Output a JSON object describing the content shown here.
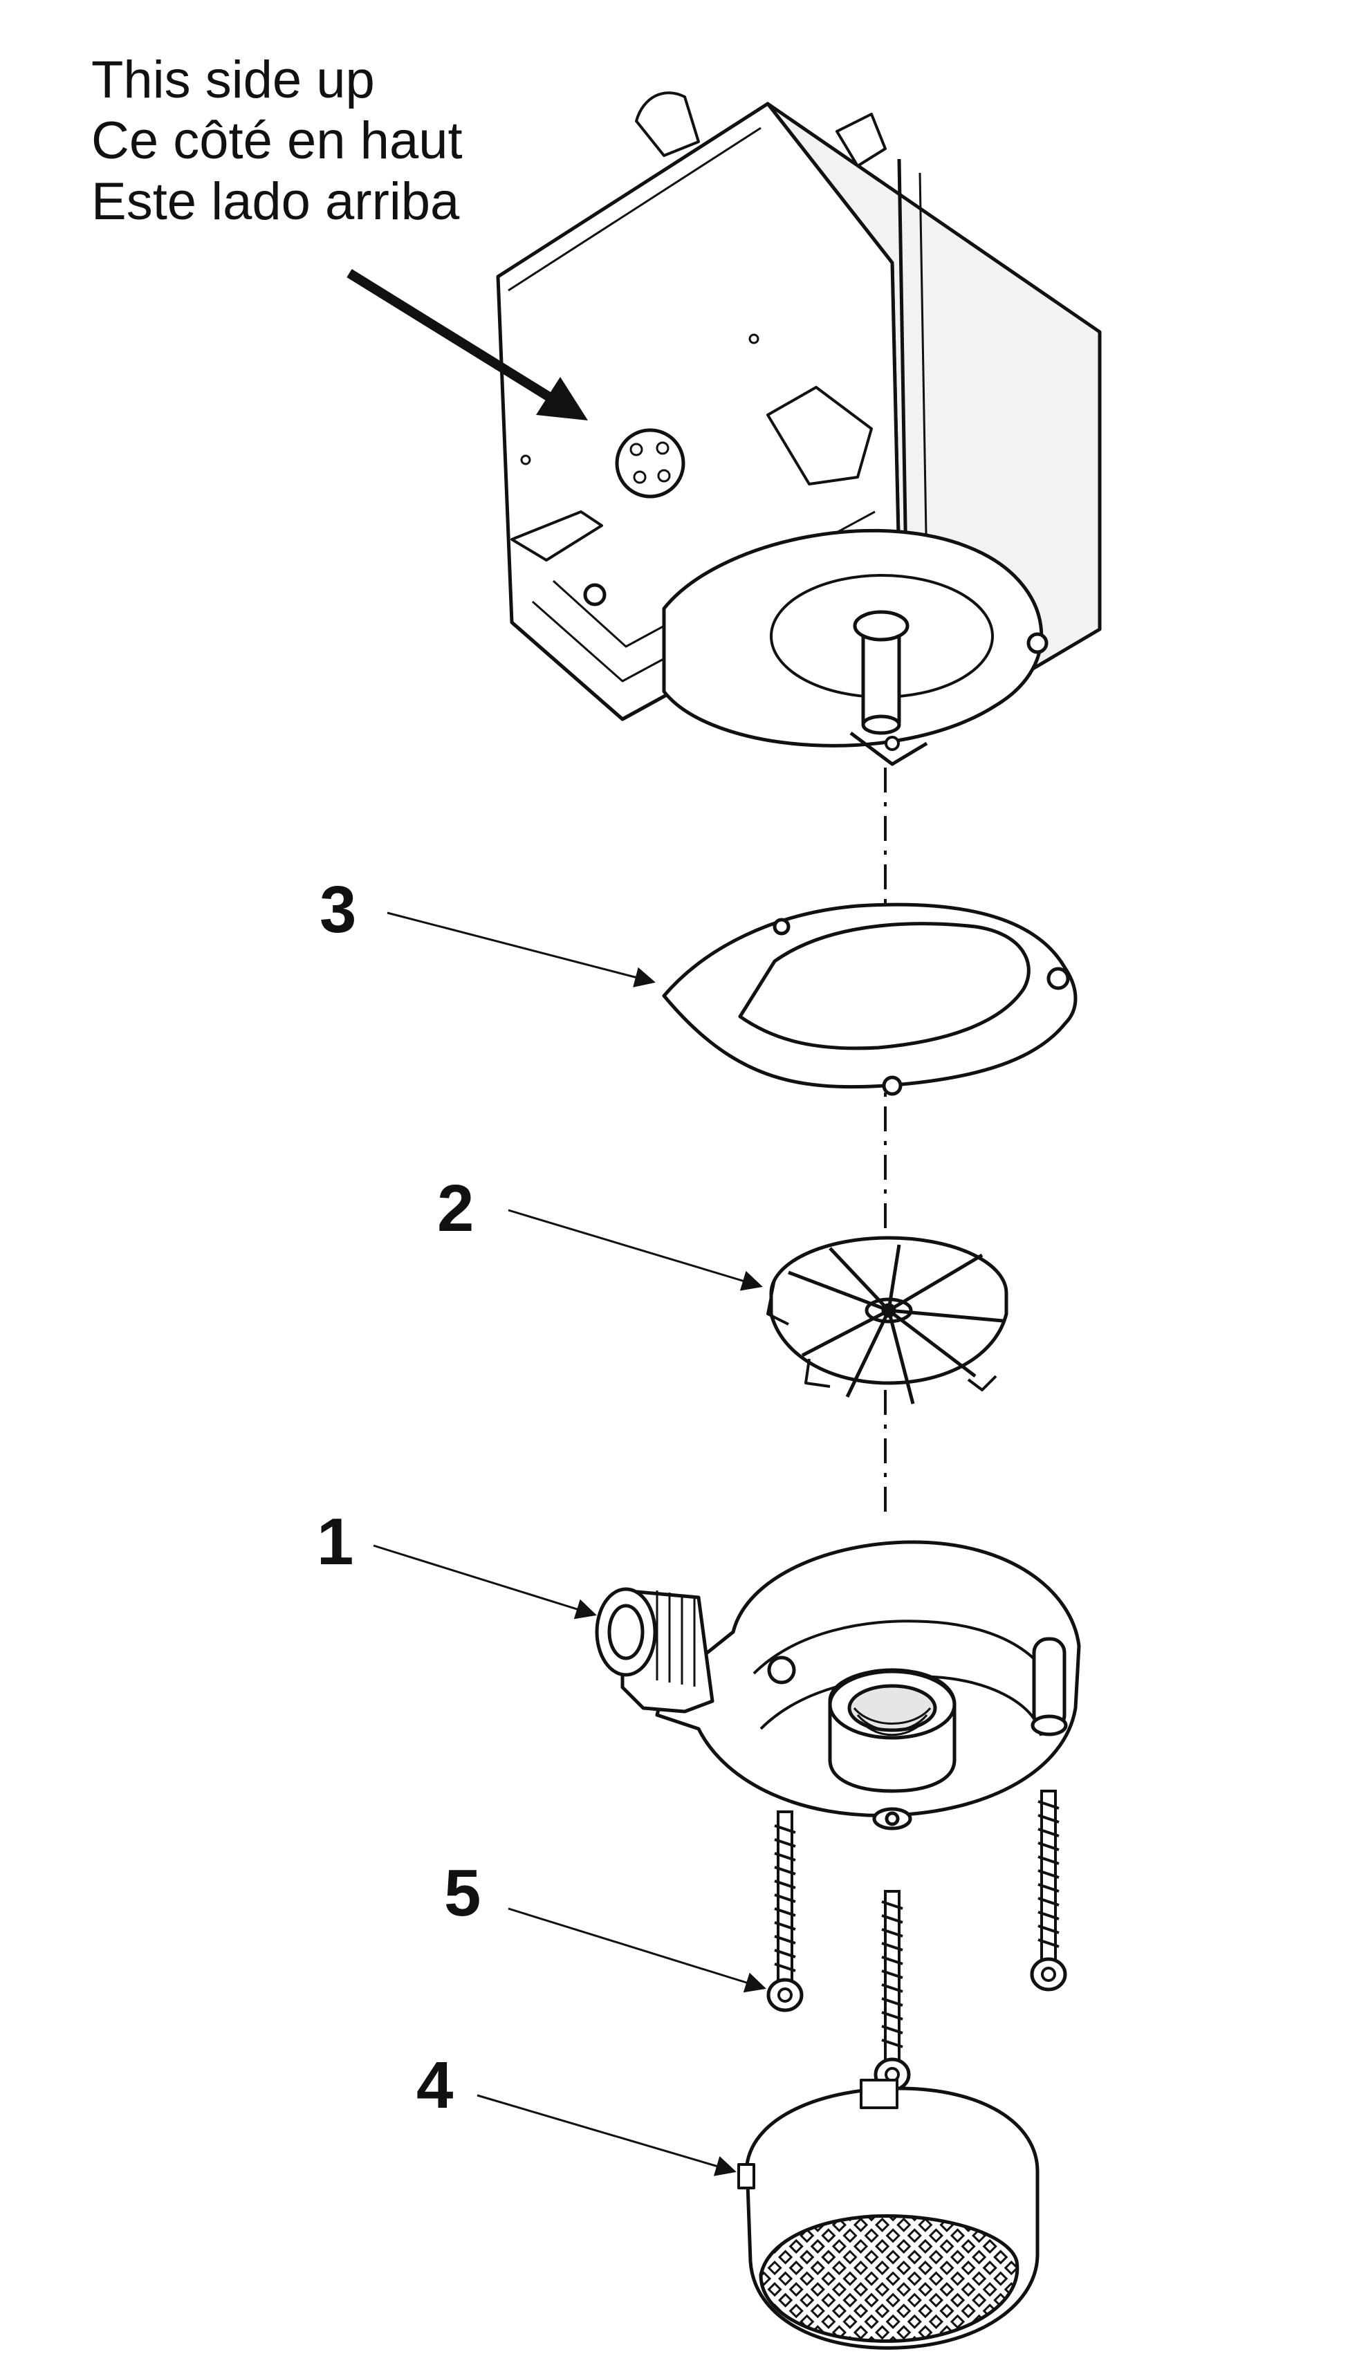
{
  "orientation_note": {
    "lines": [
      "This side up",
      "Ce côté en haut",
      "Este lado arriba"
    ]
  },
  "callouts": {
    "part_3": "3",
    "part_2": "2",
    "part_1": "1",
    "part_5": "5",
    "part_4": "4"
  },
  "colors": {
    "ink": "#111111",
    "paper": "#ffffff",
    "shade": "#d9d9d9"
  }
}
